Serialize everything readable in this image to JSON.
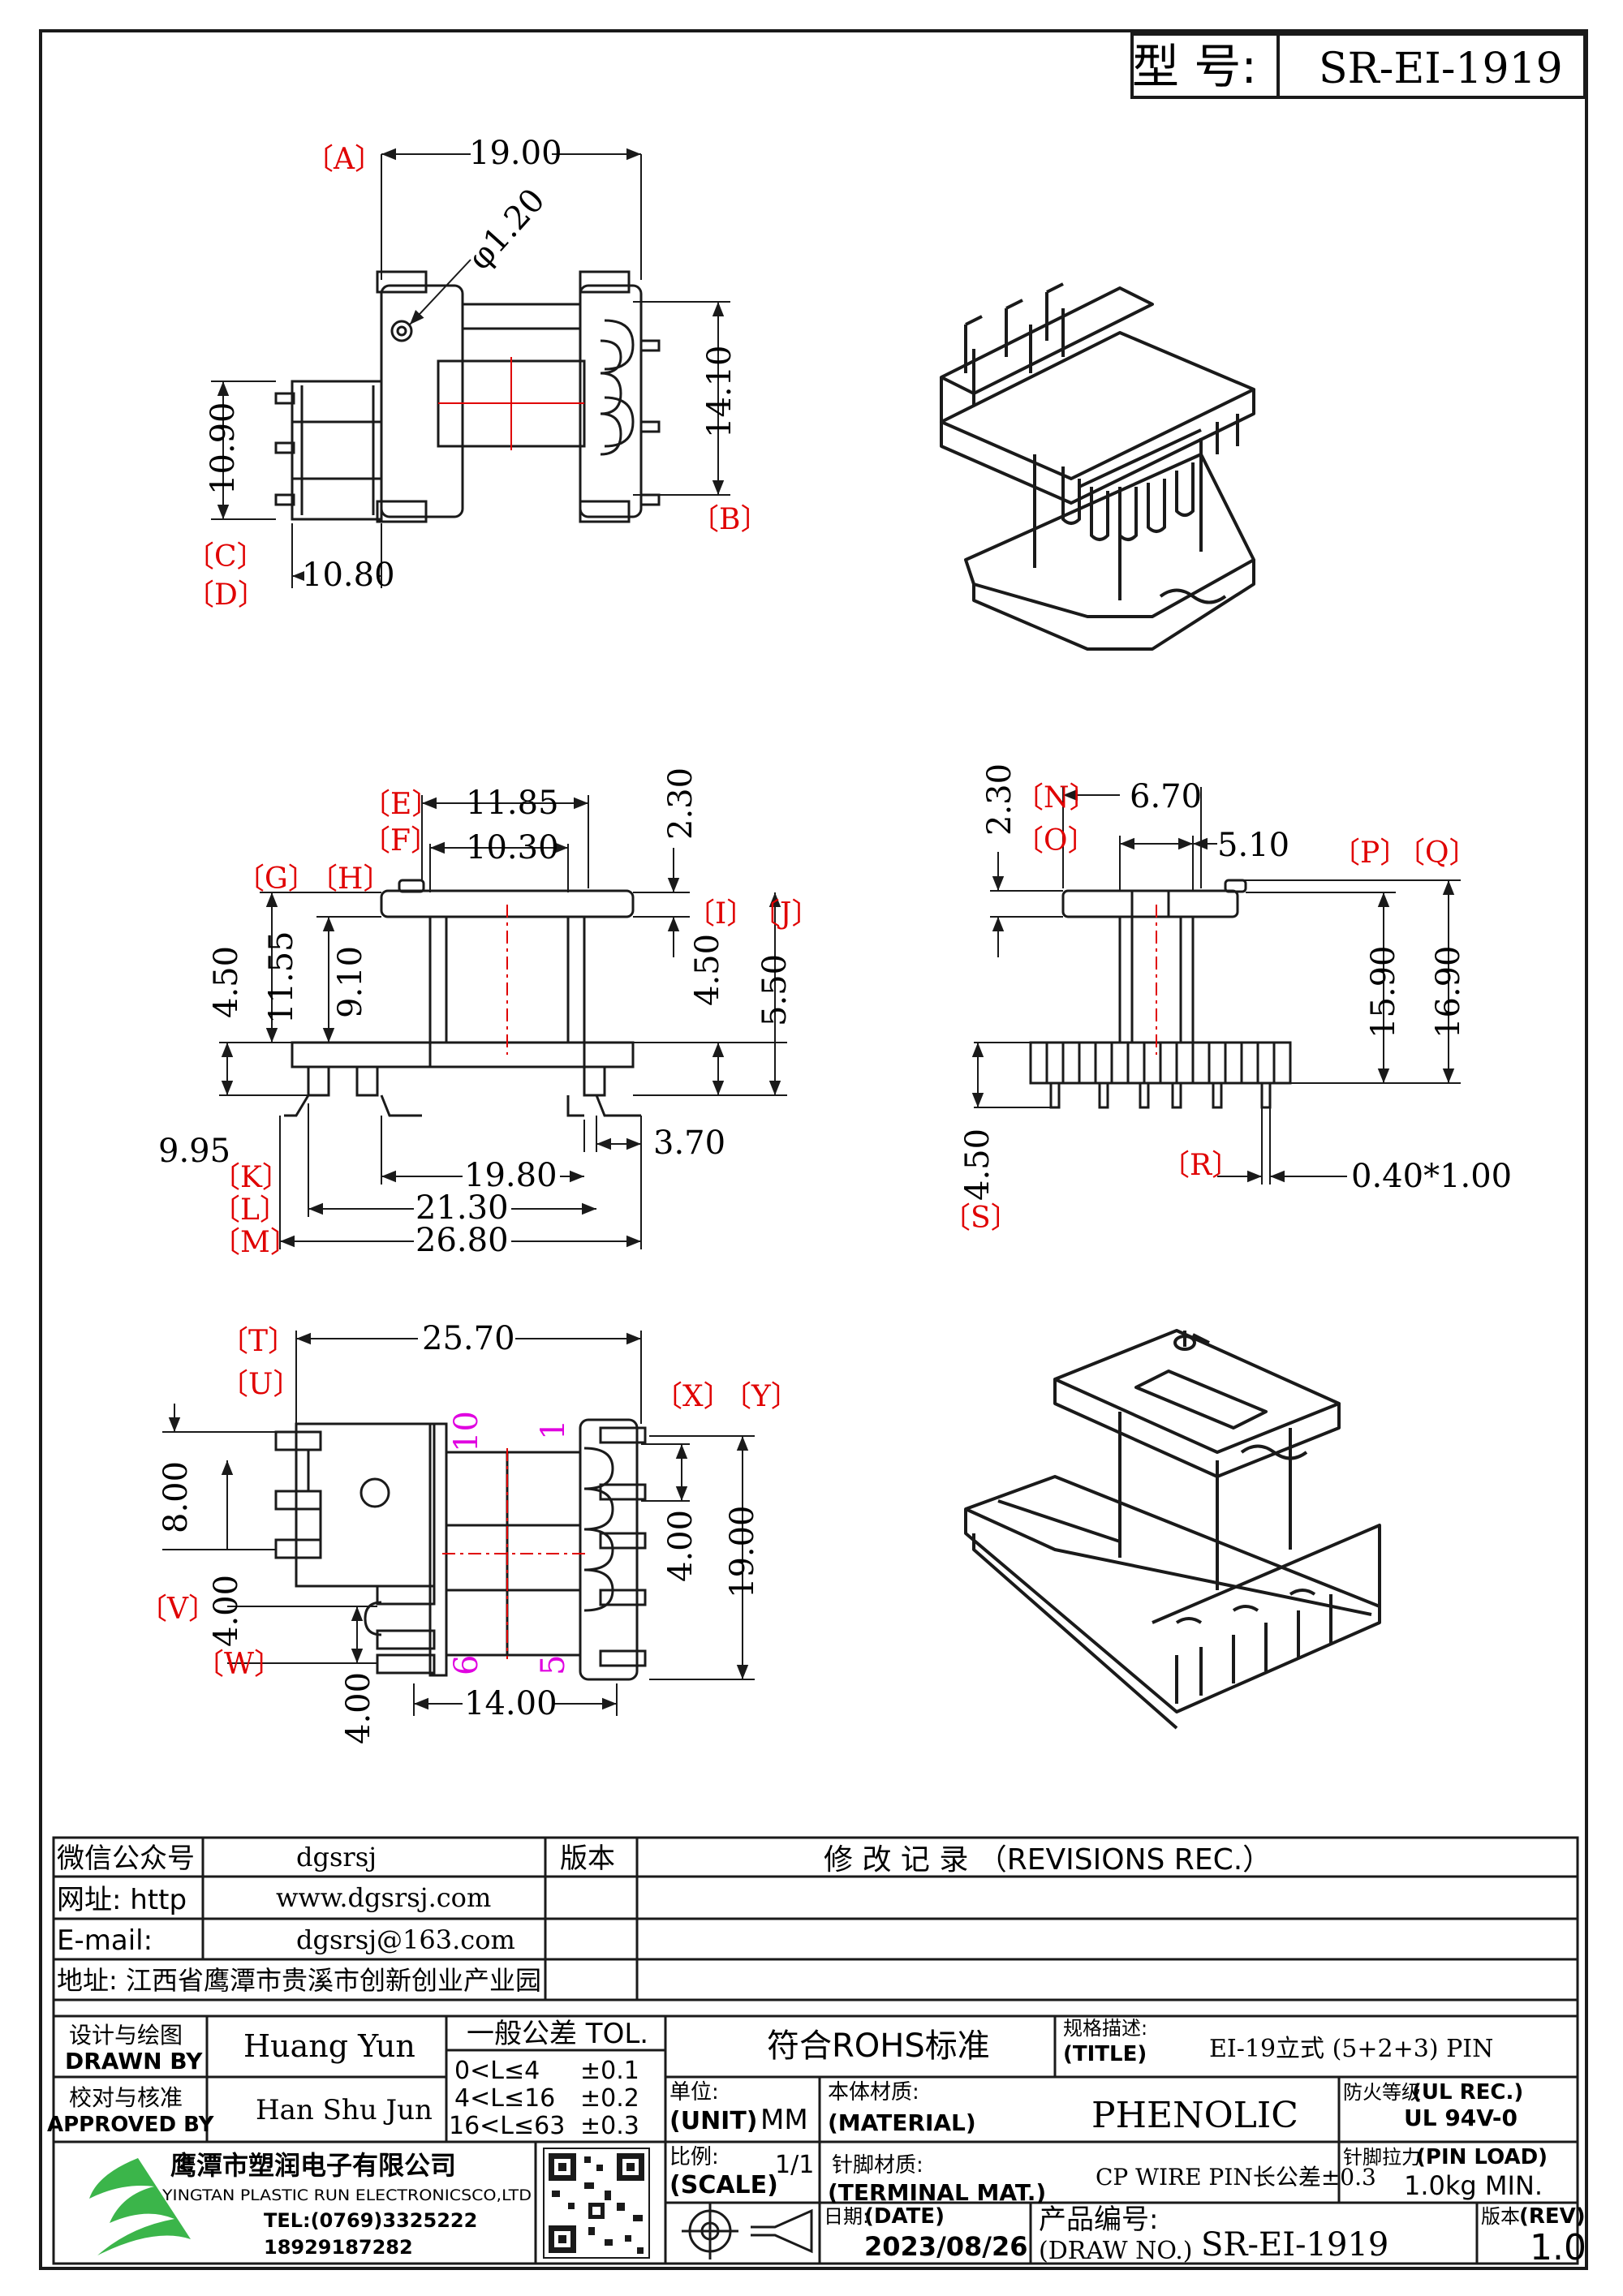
{
  "header": {
    "model_label": "型 号:",
    "model_value": "SR-EI-1919"
  },
  "colors": {
    "ink": "#1a1a1a",
    "red": "#e00000",
    "magenta": "#e000e0",
    "green": "#3bb54a"
  },
  "view_top": {
    "dims": {
      "width": "19.00",
      "hole": "φ1.20",
      "height": "14.10",
      "pin_span": "10.90",
      "depth": "10.80"
    },
    "refs": {
      "A": "〔A〕",
      "B": "〔B〕",
      "C": "〔C〕",
      "D": "〔D〕"
    }
  },
  "view_front": {
    "dims": {
      "e": "11.85",
      "f": "10.30",
      "top": "2.30",
      "left_h1": "4.50",
      "left_h2": "11.55",
      "left_h3": "9.10",
      "right_h1": "4.50",
      "right_h2": "5.50",
      "k": "9.95",
      "r1": "3.70",
      "l1": "19.80",
      "l2": "21.30",
      "l3": "26.80"
    },
    "refs": {
      "E": "〔E〕",
      "F": "〔F〕",
      "G": "〔G〕",
      "H": "〔H〕",
      "I": "〔I〕",
      "J": "〔J〕",
      "K": "〔K〕",
      "L": "〔L〕",
      "M": "〔M〕"
    }
  },
  "view_side": {
    "dims": {
      "top": "2.30",
      "n": "6.70",
      "o": "5.10",
      "h1": "15.90",
      "h2": "16.90",
      "bottom": "4.50",
      "pin": "0.40*1.00"
    },
    "refs": {
      "N": "〔N〕",
      "O": "〔O〕",
      "P": "〔P〕",
      "Q": "〔Q〕",
      "R": "〔R〕",
      "S": "〔S〕"
    }
  },
  "view_bottom": {
    "dims": {
      "width": "25.70",
      "v1": "8.00",
      "v2": "4.00",
      "v3": "4.00",
      "r1": "4.00",
      "r2": "19.00",
      "b1": "14.00"
    },
    "pins": {
      "p10": "10",
      "p1": "1",
      "p6": "6",
      "p5": "5"
    },
    "refs": {
      "T": "〔T〕",
      "U": "〔U〕",
      "V": "〔V〕",
      "W": "〔W〕",
      "X": "〔X〕",
      "Y": "〔Y〕"
    }
  },
  "info": {
    "rows": [
      {
        "label": "微信公众号",
        "value": "dgsrsj"
      },
      {
        "label": "网址: http",
        "value": "www.dgsrsj.com"
      },
      {
        "label": "E-mail:",
        "value": "dgsrsj@163.com"
      }
    ],
    "address": "地址: 江西省鹰潭市贵溪市创新创业产业园",
    "version_label": "版本",
    "revisions_title": "修 改 记 录 （REVISIONS REC.）"
  },
  "title_block": {
    "drawn_cn": "设计与绘图",
    "drawn_en": "DRAWN BY",
    "drawn_name": "Huang Yun",
    "approved_cn": "校对与核准",
    "approved_en": "APPROVED BY",
    "approved_name": "Han Shu Jun",
    "tol_title": "一般公差 TOL.",
    "tol_rows": [
      {
        "range": "0<L≤4",
        "value": "±0.1"
      },
      {
        "range": "4<L≤16",
        "value": "±0.2"
      },
      {
        "range": "16<L≤63",
        "value": "±0.3"
      }
    ],
    "rohs": "符合ROHS标准",
    "title_cn": "规格描述:",
    "title_en": "(TITLE)",
    "title_value": "EI-19立式 (5+2+3) PIN",
    "unit_cn": "单位:",
    "unit_en": "(UNIT)",
    "unit_value": "MM",
    "material_cn": "本体材质:",
    "material_en": "(MATERIAL)",
    "material_value": "PHENOLIC",
    "fire_cn": "防火等级",
    "fire_en": "(UL REC.)",
    "fire_value": "UL 94V-0",
    "scale_cn": "比例:",
    "scale_en": "(SCALE)",
    "scale_value": "1/1",
    "terminal_cn": "针脚材质:",
    "terminal_en": "(TERMINAL MAT.)",
    "terminal_value": "CP WIRE  PIN长公差±0.3",
    "pinload_cn": "针脚拉力",
    "pinload_en": "(PIN LOAD)",
    "pinload_value": "1.0kg MIN.",
    "date_cn": "日期:",
    "date_en": "(DATE)",
    "date_value": "2023/08/26",
    "drawno_cn": "产品编号:",
    "drawno_en": "(DRAW NO.)",
    "drawno_value": "SR-EI-1919",
    "rev_cn": "版本",
    "rev_en": "(REV)",
    "rev_value": "1.0",
    "company_cn": "鹰潭市塑润电子有限公司",
    "company_en": "YINGTAN PLASTIC RUN ELECTRONICSCO,LTD",
    "tel": "TEL:(0769)3325222",
    "phone": "18929187282"
  }
}
